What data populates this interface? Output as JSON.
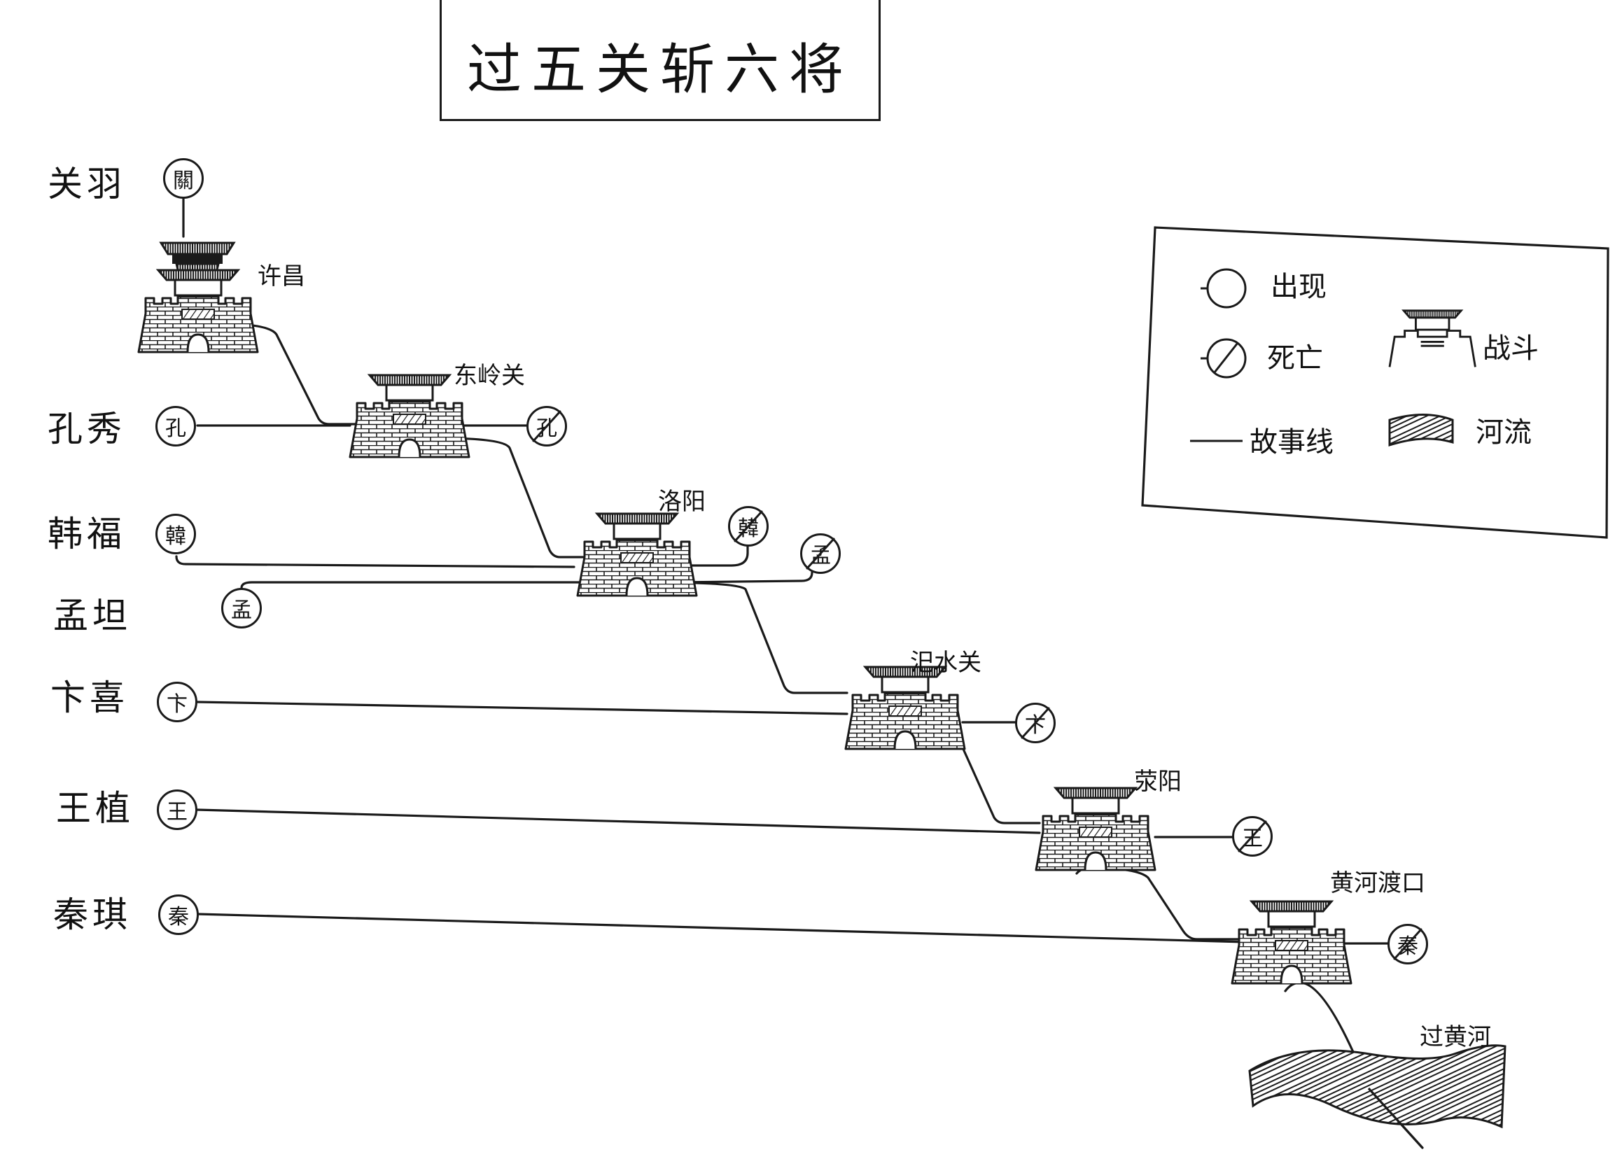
{
  "title": "过五关斩六将",
  "legend": {
    "appear": "出现",
    "death": "死亡",
    "battle": "战斗",
    "storyline": "故事线",
    "river": "河流"
  },
  "characters": [
    {
      "id": "guanyu",
      "name": "关羽",
      "symbol": "關"
    },
    {
      "id": "kongxiu",
      "name": "孔秀",
      "symbol": "孔"
    },
    {
      "id": "hanfu",
      "name": "韩福",
      "symbol": "韓"
    },
    {
      "id": "mengtan",
      "name": "孟坦",
      "symbol": "孟"
    },
    {
      "id": "bianxi",
      "name": "卞喜",
      "symbol": "卞"
    },
    {
      "id": "wangzhi",
      "name": "王植",
      "symbol": "王"
    },
    {
      "id": "qinqi",
      "name": "秦琪",
      "symbol": "秦"
    }
  ],
  "places": {
    "xuchang": "许昌",
    "dongling": "东岭关",
    "luoyang": "洛阳",
    "sishui": "汜水关",
    "xingyang": "荥阳",
    "huanghe_ferry": "黄河渡口",
    "cross_river": "过黄河"
  },
  "colors": {
    "ink": "#1a1a1a",
    "paper": "#ffffff"
  }
}
